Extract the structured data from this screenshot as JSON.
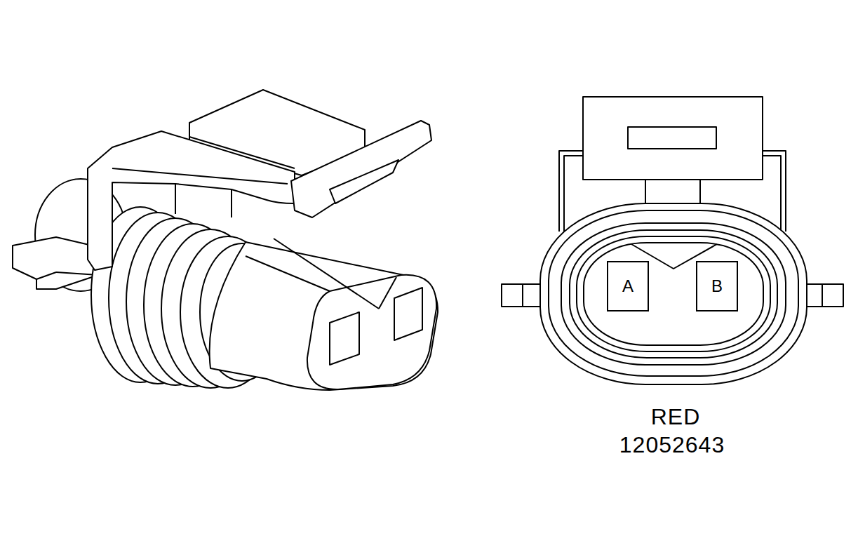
{
  "diagram": {
    "nodes": [
      {
        "text": [
          "A"
        ]
      },
      {
        "text": [
          "B"
        ]
      }
    ],
    "labels": [
      "RED",
      "12052643"
    ]
  }
}
